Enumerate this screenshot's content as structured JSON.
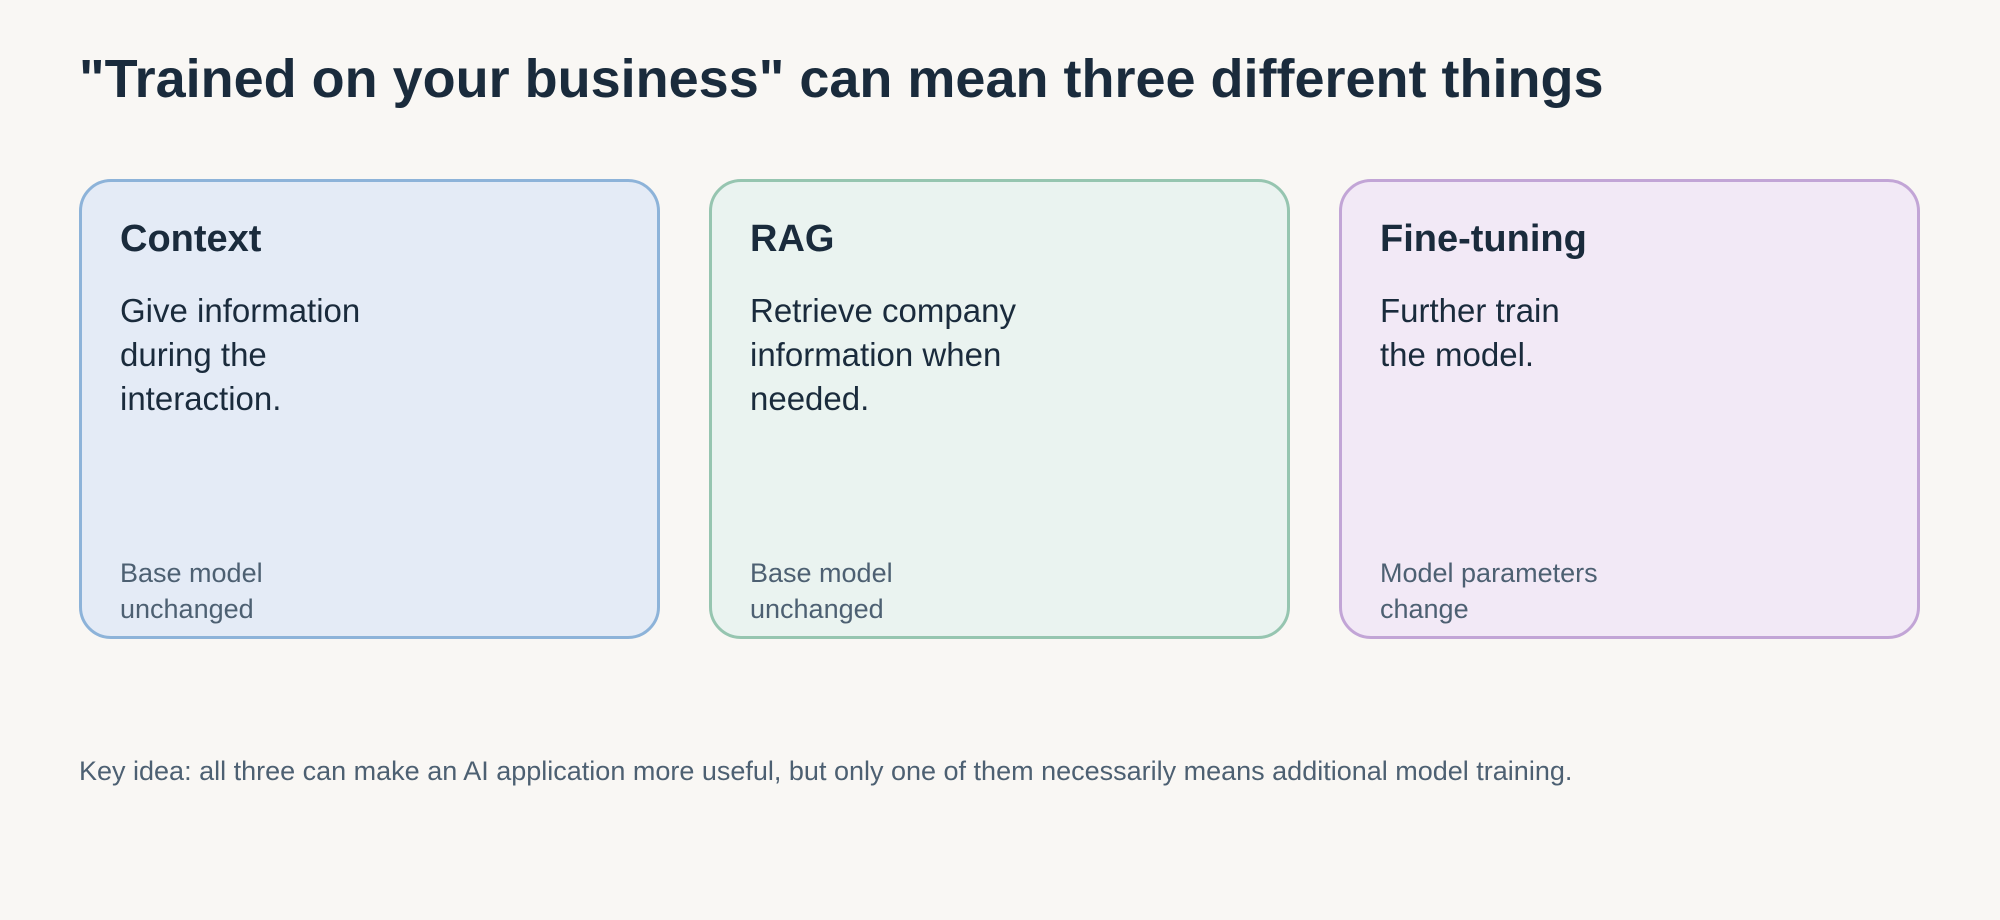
{
  "title": "\"Trained on your business\" can mean three different things",
  "cards": [
    {
      "title": "Context",
      "description": "Give information\nduring the\ninteraction.",
      "note": "Base model\nunchanged",
      "bg_color": "#e4ebf6",
      "border_color": "#8db3d9"
    },
    {
      "title": "RAG",
      "description": "Retrieve company\ninformation when\nneeded.",
      "note": "Base model\nunchanged",
      "bg_color": "#eaf3f0",
      "border_color": "#96c5b0"
    },
    {
      "title": "Fine-tuning",
      "description": "Further train\nthe model.",
      "note": "Model parameters\nchange",
      "bg_color": "#f2e9f6",
      "border_color": "#c2a5d6"
    }
  ],
  "footer": "Key idea: all three can make an AI application more useful, but only one of them necessarily means additional model training."
}
